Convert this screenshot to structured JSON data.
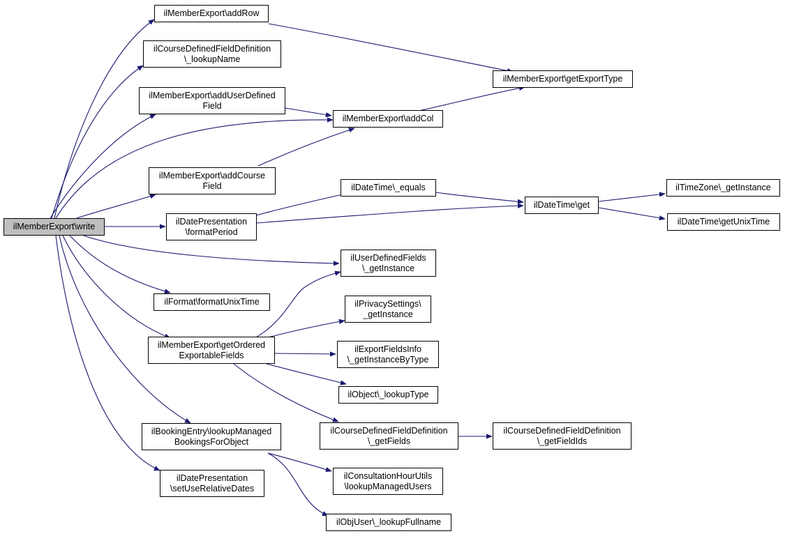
{
  "colors": {
    "edge": "#191970",
    "root_fill": "#bfbfbf",
    "node_fill": "#ffffff",
    "border": "#000000"
  },
  "nodes": {
    "write": {
      "lines": [
        "ilMemberExport\\write"
      ]
    },
    "addRow": {
      "lines": [
        "ilMemberExport\\addRow"
      ]
    },
    "lookupName": {
      "lines": [
        "ilCourseDefinedFieldDefinition",
        "\\_lookupName"
      ]
    },
    "addUserDefinedField": {
      "lines": [
        "ilMemberExport\\addUserDefined",
        "Field"
      ]
    },
    "addCourseField": {
      "lines": [
        "ilMemberExport\\addCourse",
        "Field"
      ]
    },
    "formatPeriod": {
      "lines": [
        "ilDatePresentation",
        "\\formatPeriod"
      ]
    },
    "formatUnixTime": {
      "lines": [
        "ilFormat\\formatUnixTime"
      ]
    },
    "getOrderedExportableFields": {
      "lines": [
        "ilMemberExport\\getOrdered",
        "ExportableFields"
      ]
    },
    "lookupManagedBookings": {
      "lines": [
        "ilBookingEntry\\lookupManaged",
        "BookingsForObject"
      ]
    },
    "setUseRelativeDates": {
      "lines": [
        "ilDatePresentation",
        "\\setUseRelativeDates"
      ]
    },
    "getExportType": {
      "lines": [
        "ilMemberExport\\getExportType"
      ]
    },
    "addCol": {
      "lines": [
        "ilMemberExport\\addCol"
      ]
    },
    "equals": {
      "lines": [
        "ilDateTime\\_equals"
      ]
    },
    "get": {
      "lines": [
        "ilDateTime\\get"
      ]
    },
    "tzGetInstance": {
      "lines": [
        "ilTimeZone\\_getInstance"
      ]
    },
    "getUnixTime": {
      "lines": [
        "ilDateTime\\getUnixTime"
      ]
    },
    "udfGetInstance": {
      "lines": [
        "ilUserDefinedFields",
        "\\_getInstance"
      ]
    },
    "privacyGetInstance": {
      "lines": [
        "ilPrivacySettings\\",
        "_getInstance"
      ]
    },
    "exportFieldsInfo": {
      "lines": [
        "ilExportFieldsInfo",
        "\\_getInstanceByType"
      ]
    },
    "lookupType": {
      "lines": [
        "ilObject\\_lookupType"
      ]
    },
    "getFields": {
      "lines": [
        "ilCourseDefinedFieldDefinition",
        "\\_getFields"
      ]
    },
    "getFieldIds": {
      "lines": [
        "ilCourseDefinedFieldDefinition",
        "\\_getFieldIds"
      ]
    },
    "lookupManagedUsers": {
      "lines": [
        "ilConsultationHourUtils",
        "\\lookupManagedUsers"
      ]
    },
    "lookupFullname": {
      "lines": [
        "ilObjUser\\_lookupFullname"
      ]
    }
  }
}
